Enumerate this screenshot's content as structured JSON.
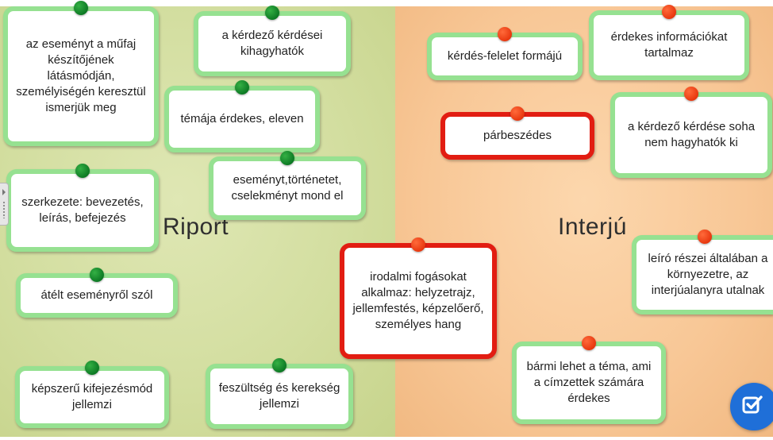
{
  "zones": {
    "left": {
      "title": "Riport",
      "color": "#d6e0a6"
    },
    "right": {
      "title": "Interjú",
      "color": "#f9c99a"
    }
  },
  "colors": {
    "card_border": "#96e191",
    "selected_border": "#e21d12",
    "pin_left": "#138a2a",
    "pin_right": "#e8420f",
    "check_button": "#1f6fd8"
  },
  "cards": [
    {
      "id": "c1",
      "text": "az eseményt a műfaj készítőjének látásmódján, személyiségén keresztül ismerjük meg",
      "pin": "green",
      "selected": false
    },
    {
      "id": "c2",
      "text": "a kérdező kérdései kihagyhatók",
      "pin": "green",
      "selected": false
    },
    {
      "id": "c3",
      "text": "témája érdekes, eleven",
      "pin": "green",
      "selected": false
    },
    {
      "id": "c4",
      "text": "eseményt,történetet, cselekményt mond el",
      "pin": "green",
      "selected": false
    },
    {
      "id": "c5",
      "text": "szerkezete: bevezetés, leírás, befejezés",
      "pin": "green",
      "selected": false
    },
    {
      "id": "c6",
      "text": "átélt eseményről szól",
      "pin": "green",
      "selected": false
    },
    {
      "id": "c7",
      "text": "képszerű kifejezésmód jellemzi",
      "pin": "green",
      "selected": false
    },
    {
      "id": "c8",
      "text": "feszültség és kerekség jellemzi",
      "pin": "green",
      "selected": false
    },
    {
      "id": "c9",
      "text": "irodalmi fogásokat alkalmaz: helyzetrajz, jellemfestés, képzelőerő, személyes hang",
      "pin": "red",
      "selected": true
    },
    {
      "id": "c10",
      "text": "kérdés-felelet formájú",
      "pin": "red",
      "selected": false
    },
    {
      "id": "c11",
      "text": "érdekes információkat tartalmaz",
      "pin": "red",
      "selected": false
    },
    {
      "id": "c12",
      "text": "párbeszédes",
      "pin": "red",
      "selected": true
    },
    {
      "id": "c13",
      "text": "a kérdező kérdése soha nem hagyhatók ki",
      "pin": "red",
      "selected": false
    },
    {
      "id": "c14",
      "text": "leíró részei általában a környezetre, az interjúalanyra utalnak",
      "pin": "red",
      "selected": false
    },
    {
      "id": "c15",
      "text": "bármi lehet a téma, ami a címzettek számára érdekes",
      "pin": "red",
      "selected": false
    }
  ],
  "controls": {
    "side_handle_icon": "chevron-right-icon",
    "check_icon": "checkbox-check-icon"
  }
}
